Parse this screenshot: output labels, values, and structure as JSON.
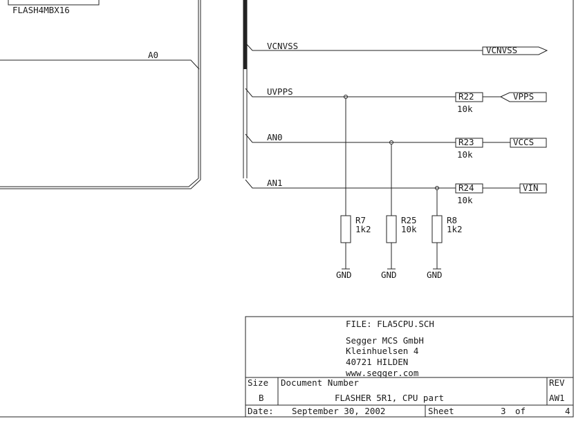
{
  "flash_label": "FLASH4MBX16",
  "a0_label": "A0",
  "nets": [
    {
      "label": "VCNVSS",
      "port": "VCNVSS"
    },
    {
      "label": "UVPPS",
      "resistor": "R22",
      "value": "10k",
      "port": "VPPS"
    },
    {
      "label": "AN0",
      "resistor": "R23",
      "value": "10k",
      "port": "VCCS"
    },
    {
      "label": "AN1",
      "resistor": "R24",
      "value": "10k",
      "port": "VIN"
    }
  ],
  "pulldowns": [
    {
      "ref": "R7",
      "value": "1k2",
      "gnd": "GND"
    },
    {
      "ref": "R25",
      "value": "10k",
      "gnd": "GND"
    },
    {
      "ref": "R8",
      "value": "1k2",
      "gnd": "GND"
    }
  ],
  "title_block": {
    "file": "FILE: FLA5CPU.SCH",
    "company": "Segger MCS GmbH",
    "street": "Kleinhuelsen 4",
    "city": "40721 HILDEN",
    "web": "www.segger.com",
    "size_label": "Size",
    "size": "B",
    "doc_label": "Document Number",
    "doc": "FLASHER 5R1, CPU part",
    "rev_label": "REV",
    "rev": "AW1",
    "date_label": "Date:",
    "date": "September 30, 2002",
    "sheet_label": "Sheet",
    "sheet": "3",
    "of_label": "of",
    "sheets": "4"
  }
}
